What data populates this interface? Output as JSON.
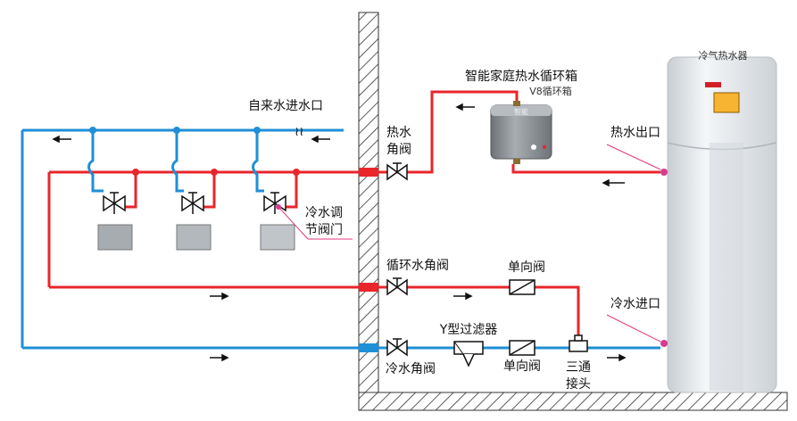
{
  "labels": {
    "tap_water_inlet": "自来水进水口",
    "smart_box_title": "智能家庭热水循环箱",
    "smart_box_model": "V8循环箱",
    "heater_title": "冷气热水器",
    "hot_water_angle_valve_l1": "热水",
    "hot_water_angle_valve_l2": "角阀",
    "hot_water_outlet": "热水出口",
    "cold_mix_valve_l1": "冷水调",
    "cold_mix_valve_l2": "节阀门",
    "circulation_angle_valve": "循环水角阀",
    "check_valve_top": "单向阀",
    "cold_water_inlet": "冷水进口",
    "y_filter": "Y型过滤器",
    "check_valve_bottom": "单向阀",
    "cold_angle_valve": "冷水角阀",
    "tee_l1": "三通",
    "tee_l2": "接头"
  },
  "colors": {
    "hot_pipe": "#e8262b",
    "cold_pipe": "#1f8fd6",
    "wall_hatch": "#333333",
    "heater_body": "#e4e8ec",
    "box_body": "#8f9499",
    "callout": "#e2397e"
  },
  "icons": {
    "flow_arrow": "arrow-icon",
    "valve": "valve-icon",
    "check_valve": "check-valve-icon",
    "filter": "y-filter-icon",
    "tee": "tee-joint-icon"
  }
}
